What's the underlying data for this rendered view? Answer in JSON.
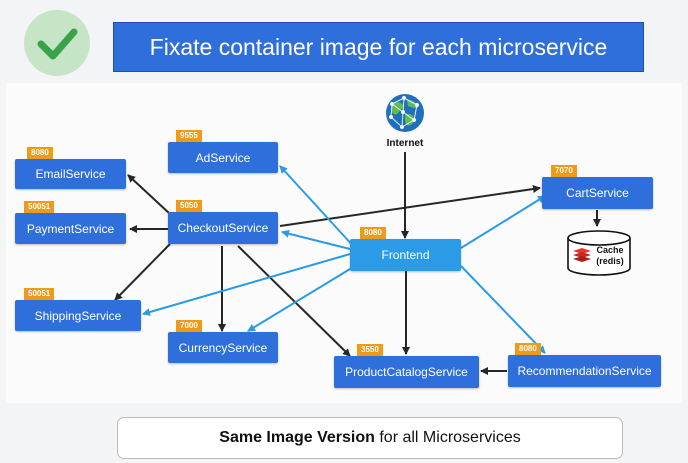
{
  "title": "Fixate container image for each microservice",
  "internet_label": "Internet",
  "services": {
    "email": {
      "label": "EmailService",
      "port": "8080"
    },
    "payment": {
      "label": "PaymentService",
      "port": "50051"
    },
    "shipping": {
      "label": "ShippingService",
      "port": "50051"
    },
    "ad": {
      "label": "AdService",
      "port": "9555"
    },
    "checkout": {
      "label": "CheckoutService",
      "port": "5050"
    },
    "currency": {
      "label": "CurrencyService",
      "port": "7000"
    },
    "frontend": {
      "label": "Frontend",
      "port": "8080"
    },
    "productcatalog": {
      "label": "ProductCatalogService",
      "port": "3550"
    },
    "recommendation": {
      "label": "RecommendationService",
      "port": "8080"
    },
    "cart": {
      "label": "CartService",
      "port": "7070"
    }
  },
  "cache": {
    "line1": "Cache",
    "line2": "(redis)"
  },
  "footer": {
    "bold": "Same Image Version",
    "rest": "for all Microservices"
  },
  "colors": {
    "service_box": "#2f6fdb",
    "frontend_box": "#2b9be8",
    "port_badge": "#ef9a18",
    "dark_edge": "#262626",
    "blue_edge": "#2b9be8",
    "check_bg": "#c6e5c6",
    "check_mark": "#3aa24a"
  },
  "icons": {
    "status": "checkmark-icon",
    "internet": "globe-icon",
    "cache": "database-icon"
  }
}
